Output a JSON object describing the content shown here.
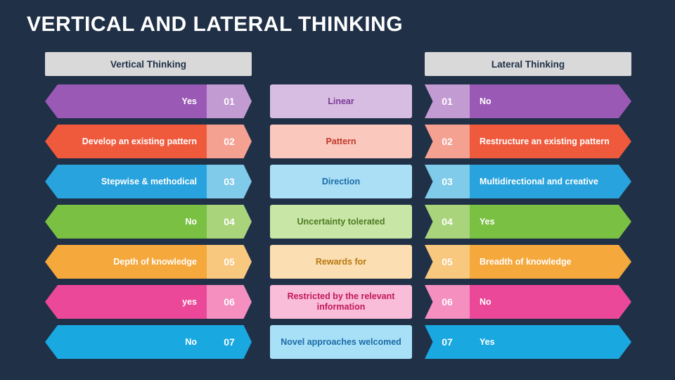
{
  "title": "VERTICAL AND LATERAL THINKING",
  "background_color": "#1f3047",
  "header": {
    "left_label": "Vertical Thinking",
    "right_label": "Lateral Thinking",
    "bg_color": "#d9d9d9"
  },
  "rows": [
    {
      "number": "01",
      "left_text": "Yes",
      "center_text": "Linear",
      "right_text": "No",
      "bar_color": "#9b59b6",
      "num_color": "#c39bd3",
      "center_bg": "#d7bde2",
      "center_text_color": "#7d3c98"
    },
    {
      "number": "02",
      "left_text": "Develop an existing pattern",
      "center_text": "Pattern",
      "right_text": "Restructure an existing pattern",
      "bar_color": "#f05a3c",
      "num_color": "#f5a192",
      "center_bg": "#fbc8bd",
      "center_text_color": "#c0392b"
    },
    {
      "number": "03",
      "left_text": "Stepwise & methodical",
      "center_text": "Direction",
      "right_text": "Multidirectional and creative",
      "bar_color": "#28a3dd",
      "num_color": "#7fcbe9",
      "center_bg": "#aadff5",
      "center_text_color": "#1b6ca8"
    },
    {
      "number": "04",
      "left_text": "No",
      "center_text": "Uncertainty tolerated",
      "right_text": "Yes",
      "bar_color": "#7ac043",
      "num_color": "#a9d47c",
      "center_bg": "#c8e6a5",
      "center_text_color": "#4e7a23"
    },
    {
      "number": "05",
      "left_text": "Depth of knowledge",
      "center_text": "Rewards for",
      "right_text": "Breadth of knowledge",
      "bar_color": "#f5a83c",
      "num_color": "#f8c87e",
      "center_bg": "#fbdfb2",
      "center_text_color": "#b9770e"
    },
    {
      "number": "06",
      "left_text": "yes",
      "center_text": "Restricted by the relevant information",
      "right_text": "No",
      "bar_color": "#ec4899",
      "num_color": "#f48fc0",
      "center_bg": "#f9bcd9",
      "center_text_color": "#c2185b"
    },
    {
      "number": "07",
      "left_text": "No",
      "center_text": "Novel approaches welcomed",
      "right_text": "Yes",
      "bar_color": "#19a8e0",
      "num_color": "#19a8e0",
      "center_bg": "#a8e0f7",
      "center_text_color": "#1b6ca8"
    }
  ]
}
